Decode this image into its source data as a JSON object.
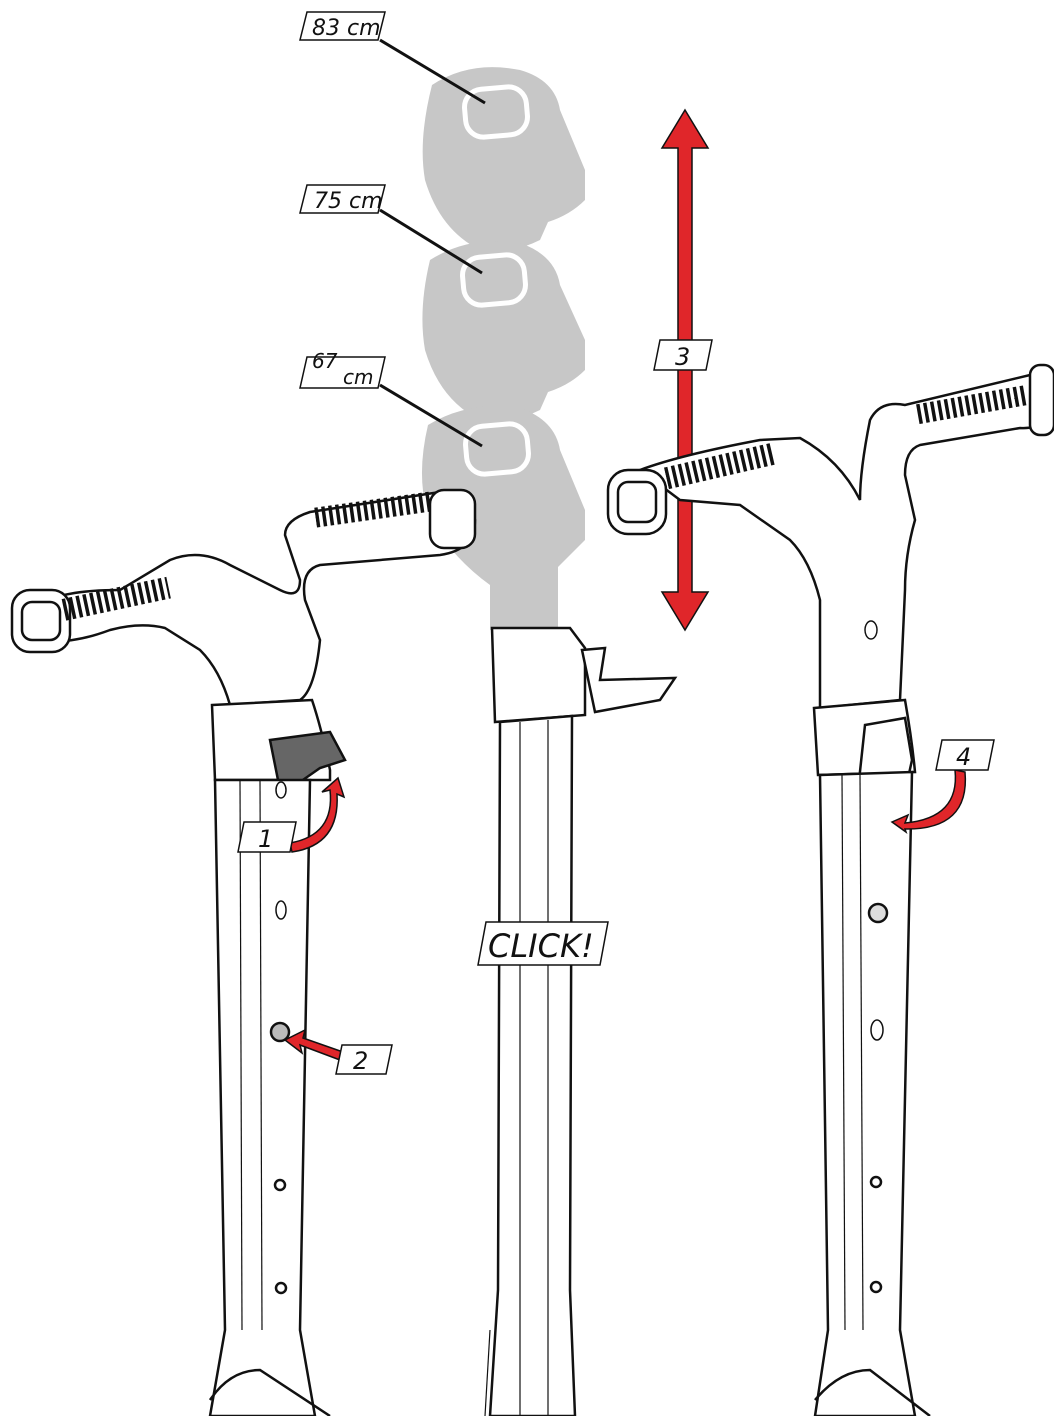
{
  "labels": {
    "h83": "83 cm",
    "h75": "75 cm",
    "h67_num": "67",
    "h67_unit": "cm",
    "step1": "1",
    "step2": "2",
    "step3": "3",
    "step4": "4",
    "click": "CLICK!"
  },
  "colors": {
    "arrow": "#e0262a",
    "ghost": "#c7c7c7",
    "ink": "#111111"
  },
  "icons": {
    "left_handlebar": "handlebar-grip",
    "right_handlebar": "handlebar-grip",
    "lever": "quick-release-lever"
  }
}
